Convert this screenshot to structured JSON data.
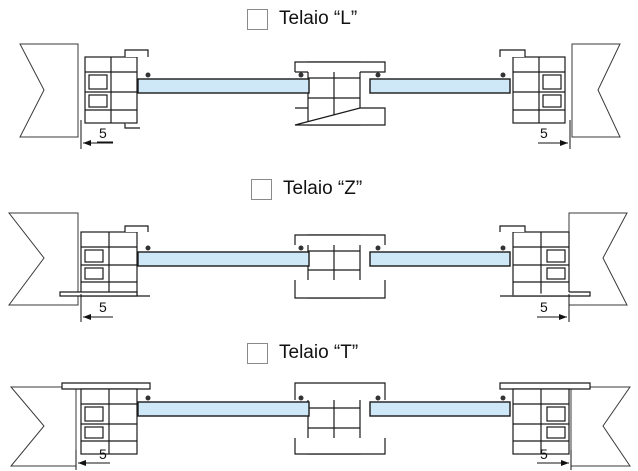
{
  "options": [
    {
      "id": "L",
      "label": "Telaio “L”",
      "checked": false
    },
    {
      "id": "Z",
      "label": "Telaio “Z”",
      "checked": false
    },
    {
      "id": "T",
      "label": "Telaio “T”",
      "checked": false
    }
  ],
  "dimension_value": "5",
  "colors": {
    "glass_fill": "#cfe8f7",
    "glass_stroke": "#1a1a1a",
    "profile_stroke": "#1a1a1a",
    "wall_stroke": "#3a3a3a",
    "gasket": "#333333"
  }
}
